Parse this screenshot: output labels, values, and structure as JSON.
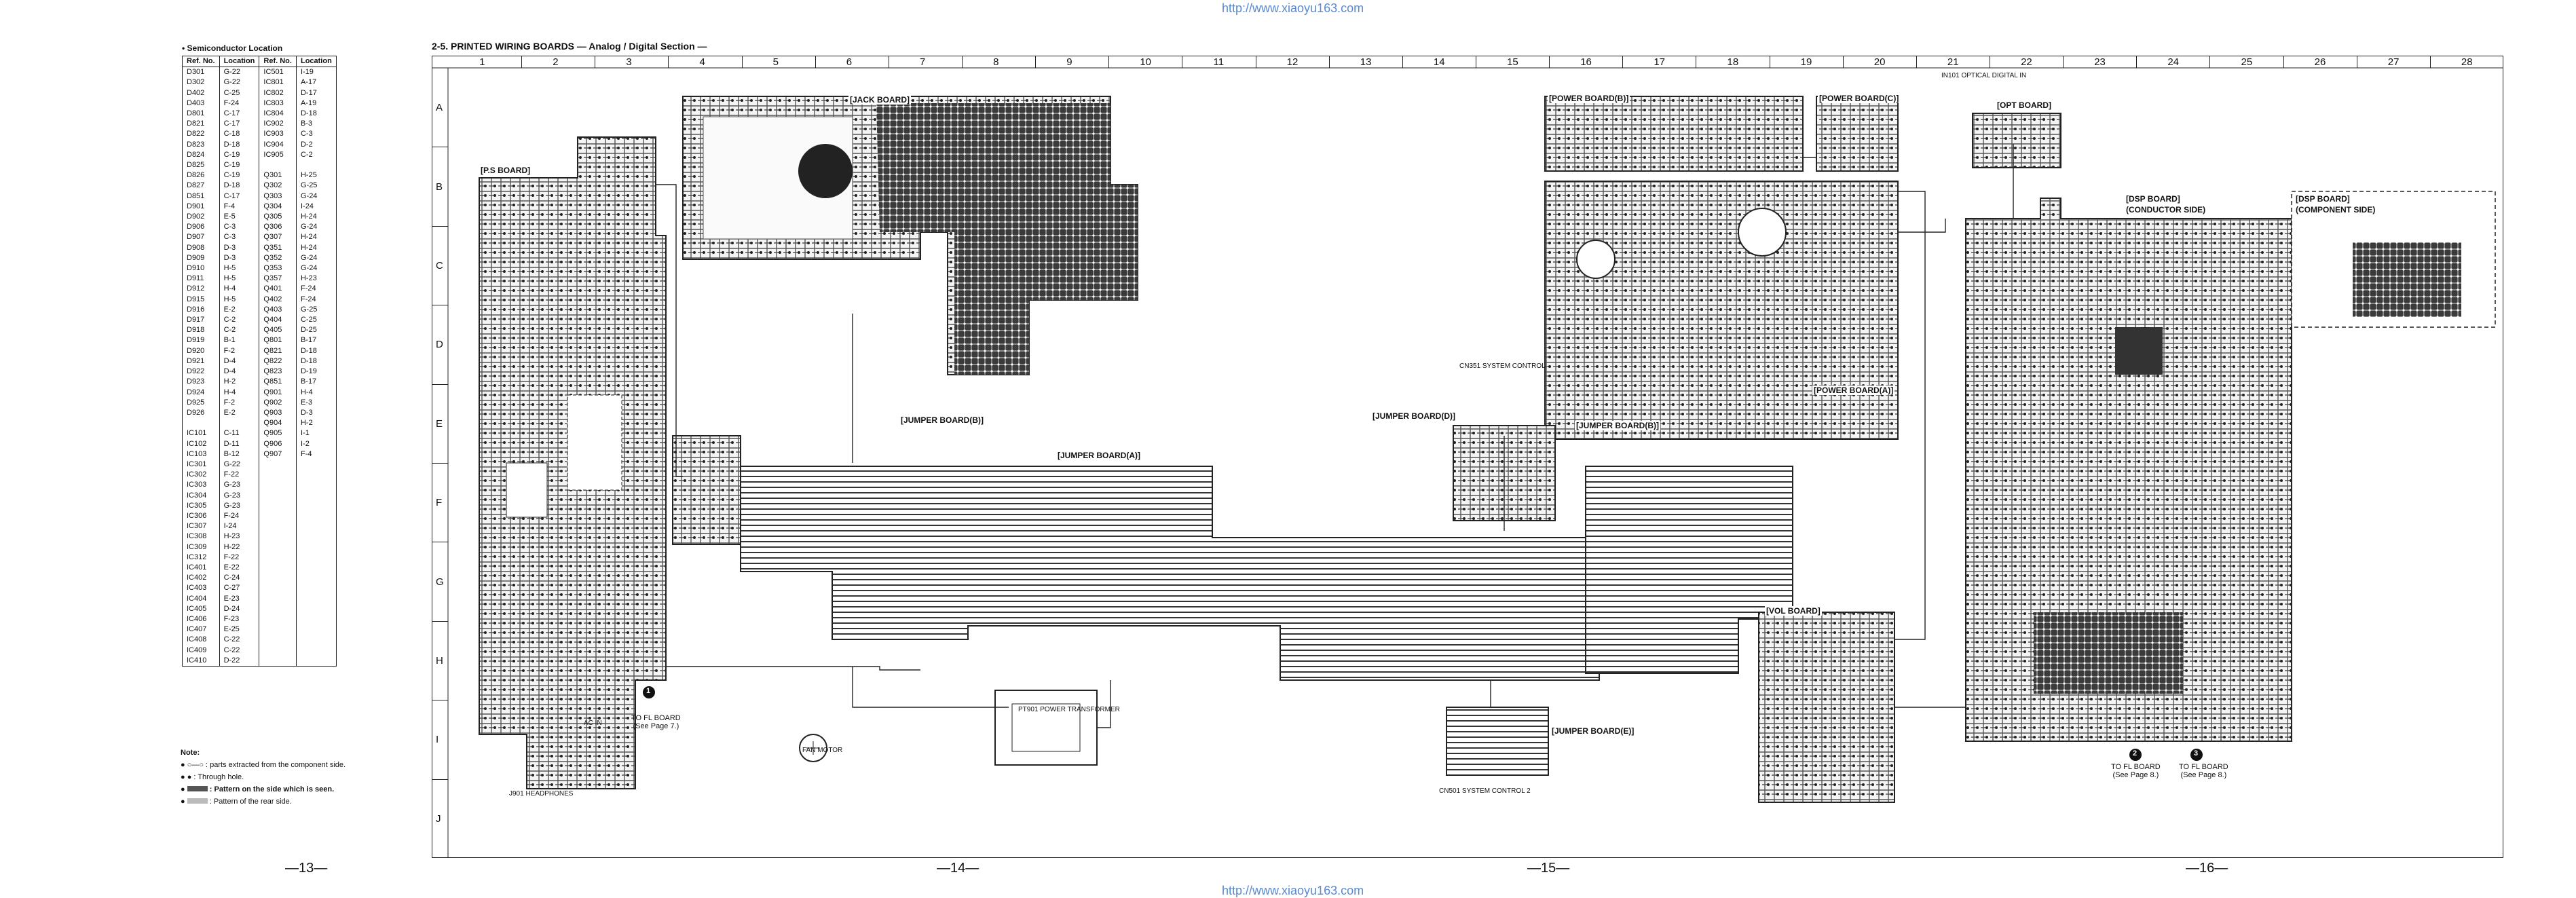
{
  "watermark_url": "http://www.xiaoyu163.com",
  "section_title": "2-5. PRINTED WIRING BOARDS — Analog / Digital Section —",
  "legend": {
    "title": "• Semiconductor Location",
    "headers": [
      "Ref. No.",
      "Location",
      "Ref. No.",
      "Location"
    ],
    "left": [
      [
        "D301",
        "G-22"
      ],
      [
        "D302",
        "G-22"
      ],
      [
        "D402",
        "C-25"
      ],
      [
        "D403",
        "F-24"
      ],
      [
        "D801",
        "C-17"
      ],
      [
        "D821",
        "C-17"
      ],
      [
        "D822",
        "C-18"
      ],
      [
        "D823",
        "D-18"
      ],
      [
        "D824",
        "C-19"
      ],
      [
        "D825",
        "C-19"
      ],
      [
        "D826",
        "C-19"
      ],
      [
        "D827",
        "D-18"
      ],
      [
        "D851",
        "C-17"
      ],
      [
        "D901",
        "F-4"
      ],
      [
        "D902",
        "E-5"
      ],
      [
        "D906",
        "C-3"
      ],
      [
        "D907",
        "C-3"
      ],
      [
        "D908",
        "D-3"
      ],
      [
        "D909",
        "D-3"
      ],
      [
        "D910",
        "H-5"
      ],
      [
        "D911",
        "H-5"
      ],
      [
        "D912",
        "H-4"
      ],
      [
        "D915",
        "H-5"
      ],
      [
        "D916",
        "E-2"
      ],
      [
        "D917",
        "C-2"
      ],
      [
        "D918",
        "C-2"
      ],
      [
        "D919",
        "B-1"
      ],
      [
        "D920",
        "F-2"
      ],
      [
        "D921",
        "D-4"
      ],
      [
        "D922",
        "D-4"
      ],
      [
        "D923",
        "H-2"
      ],
      [
        "D924",
        "H-4"
      ],
      [
        "D925",
        "F-2"
      ],
      [
        "D926",
        "E-2"
      ],
      [
        "",
        ""
      ],
      [
        "IC101",
        "C-11"
      ],
      [
        "IC102",
        "D-11"
      ],
      [
        "IC103",
        "B-12"
      ],
      [
        "IC301",
        "G-22"
      ],
      [
        "IC302",
        "F-22"
      ],
      [
        "IC303",
        "G-23"
      ],
      [
        "IC304",
        "G-23"
      ],
      [
        "IC305",
        "G-23"
      ],
      [
        "IC306",
        "F-24"
      ],
      [
        "IC307",
        "I-24"
      ],
      [
        "IC308",
        "H-23"
      ],
      [
        "IC309",
        "H-22"
      ],
      [
        "IC312",
        "F-22"
      ],
      [
        "IC401",
        "E-22"
      ],
      [
        "IC402",
        "C-24"
      ],
      [
        "IC403",
        "C-27"
      ],
      [
        "IC404",
        "E-23"
      ],
      [
        "IC405",
        "D-24"
      ],
      [
        "IC406",
        "F-23"
      ],
      [
        "IC407",
        "E-25"
      ],
      [
        "IC408",
        "C-22"
      ],
      [
        "IC409",
        "C-22"
      ],
      [
        "IC410",
        "D-22"
      ]
    ],
    "right": [
      [
        "IC501",
        "I-19"
      ],
      [
        "IC801",
        "A-17"
      ],
      [
        "IC802",
        "D-17"
      ],
      [
        "IC803",
        "A-19"
      ],
      [
        "IC804",
        "D-18"
      ],
      [
        "IC902",
        "B-3"
      ],
      [
        "IC903",
        "C-3"
      ],
      [
        "IC904",
        "D-2"
      ],
      [
        "IC905",
        "C-2"
      ],
      [
        "",
        ""
      ],
      [
        "Q301",
        "H-25"
      ],
      [
        "Q302",
        "G-25"
      ],
      [
        "Q303",
        "G-24"
      ],
      [
        "Q304",
        "I-24"
      ],
      [
        "Q305",
        "H-24"
      ],
      [
        "Q306",
        "G-24"
      ],
      [
        "Q307",
        "H-24"
      ],
      [
        "Q351",
        "H-24"
      ],
      [
        "Q352",
        "G-24"
      ],
      [
        "Q353",
        "G-24"
      ],
      [
        "Q357",
        "H-23"
      ],
      [
        "Q401",
        "F-24"
      ],
      [
        "Q402",
        "F-24"
      ],
      [
        "Q403",
        "G-25"
      ],
      [
        "Q404",
        "C-25"
      ],
      [
        "Q405",
        "D-25"
      ],
      [
        "Q801",
        "B-17"
      ],
      [
        "Q821",
        "D-18"
      ],
      [
        "Q822",
        "D-18"
      ],
      [
        "Q823",
        "D-19"
      ],
      [
        "Q851",
        "B-17"
      ],
      [
        "Q901",
        "H-4"
      ],
      [
        "Q902",
        "E-3"
      ],
      [
        "Q903",
        "D-3"
      ],
      [
        "Q904",
        "H-2"
      ],
      [
        "Q905",
        "I-1"
      ],
      [
        "Q906",
        "I-2"
      ],
      [
        "Q907",
        "F-4"
      ]
    ]
  },
  "note": {
    "title": "Note:",
    "lines": [
      ": parts extracted from the component side.",
      ": Through hole.",
      ": Pattern on the side which is seen.",
      ": Pattern of the rear side."
    ]
  },
  "columns": [
    "1",
    "2",
    "3",
    "4",
    "5",
    "6",
    "7",
    "8",
    "9",
    "10",
    "11",
    "12",
    "13",
    "14",
    "15",
    "16",
    "17",
    "18",
    "19",
    "20",
    "21",
    "22",
    "23",
    "24",
    "25",
    "26",
    "27",
    "28"
  ],
  "rows": [
    "A",
    "B",
    "C",
    "D",
    "E",
    "F",
    "G",
    "H",
    "I",
    "J"
  ],
  "boards": {
    "ps": "[P.S BOARD]",
    "jack": "[JACK BOARD]",
    "power_b": "[POWER BOARD(B)]",
    "power_c": "[POWER BOARD(C)]",
    "power_a": "[POWER BOARD(A)]",
    "opt": "[OPT BOARD]",
    "dsp_cond": "[DSP BOARD]",
    "dsp_cond_sub": "(CONDUCTOR SIDE)",
    "dsp_comp": "[DSP BOARD]",
    "dsp_comp_sub": "(COMPONENT SIDE)",
    "jumper_b_left": "[JUMPER BOARD(B)]",
    "jumper_a": "[JUMPER BOARD(A)]",
    "jumper_d": "[JUMPER BOARD(D)]",
    "jumper_b_right": "[JUMPER BOARD(B)]",
    "vol": "[VOL BOARD]",
    "jumper_e": "[JUMPER BOARD(E)]"
  },
  "labels": {
    "power_transformer": "PT901 POWER TRANSFORMER",
    "fan_motor": "FAN MOTOR",
    "ac_in": "AC IN",
    "system_control": "CN351 SYSTEM CONTROL",
    "system_control2": "CN501 SYSTEM CONTROL 2",
    "headphones": "J901 HEADPHONES",
    "optical": "IN101 OPTICAL DIGITAL IN",
    "fl_board": "TO FL BOARD",
    "callout_1": "1",
    "callout_2": "2",
    "callout_3": "3",
    "see_p7": "(See Page 7.)",
    "see_p8a": "(See Page 8.)",
    "see_p8b": "(See Page 8.)"
  },
  "page_numbers": [
    "—13—",
    "—14—",
    "—15—",
    "—16—"
  ]
}
